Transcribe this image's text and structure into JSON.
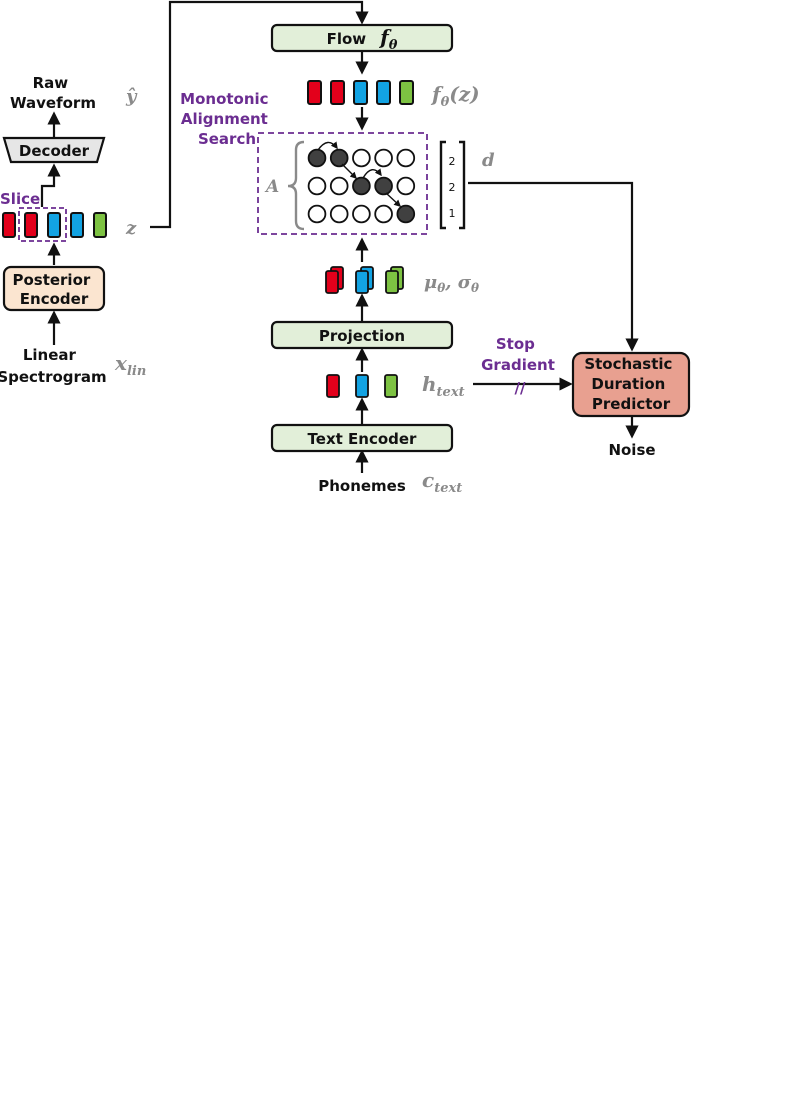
{
  "blocks": {
    "flow": "Flow",
    "projection": "Projection",
    "text_encoder": "Text Encoder",
    "decoder": "Decoder",
    "posterior_encoder": [
      "Posterior",
      "Encoder"
    ],
    "duration_predictor": [
      "Stochastic",
      "Duration",
      "Predictor"
    ]
  },
  "labels": {
    "raw_waveform": [
      "Raw",
      "Waveform"
    ],
    "linear_spectrogram": [
      "Linear",
      "Spectrogram"
    ],
    "phonemes": "Phonemes",
    "noise": "Noise",
    "slice": "Slice",
    "mas": [
      "Monotonic",
      "Alignment",
      "Search"
    ],
    "stop_gradient": [
      "Stop",
      "Gradient"
    ],
    "stop_mark": "//"
  },
  "math": {
    "f_theta": "f",
    "f_theta_sub": "θ",
    "f_theta_z": "f",
    "f_theta_z_sub": "θ",
    "f_theta_z_arg": "(z)",
    "y_hat": "ŷ",
    "z": "z",
    "x_lin": "x",
    "x_lin_sub": "lin",
    "A": "A",
    "d": "d",
    "mu": "μ",
    "mu_sub": "θ",
    "comma": ", ",
    "sigma": "σ",
    "sigma_sub": "θ",
    "h_text": "h",
    "h_text_sub": "text",
    "c_text": "c",
    "c_text_sub": "text"
  },
  "duration_vector": [
    "2",
    "2",
    "1"
  ],
  "alignment_matrix": [
    [
      1,
      1,
      0,
      0,
      0
    ],
    [
      0,
      0,
      1,
      1,
      0
    ],
    [
      0,
      0,
      0,
      0,
      1
    ]
  ],
  "colors": {
    "box_green": "#e2efd9",
    "box_peach": "#fbe5d0",
    "box_salmon": "#e8a090",
    "box_gray": "#e6e6e6",
    "red": "#e3001b",
    "blue": "#12a3e3",
    "green": "#7dc242",
    "purple": "#6b2d91",
    "gray_text": "#8a8a8a",
    "dark_dot": "#404040"
  }
}
